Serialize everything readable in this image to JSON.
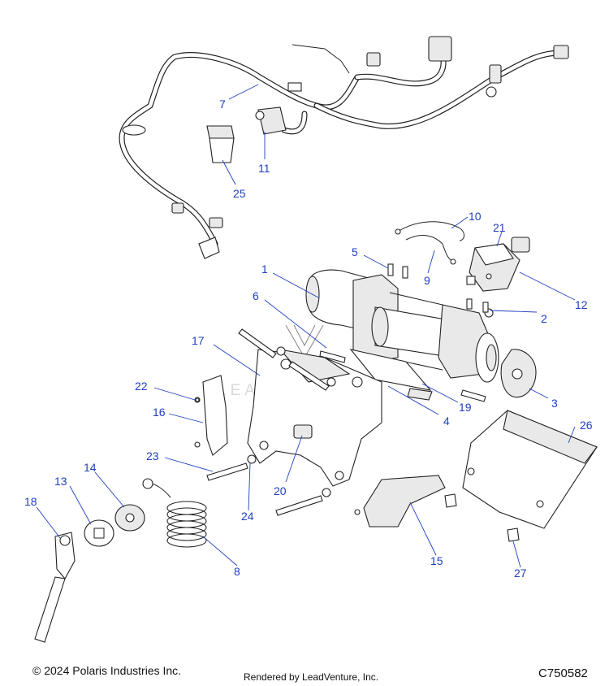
{
  "callouts": [
    "1",
    "2",
    "3",
    "4",
    "5",
    "6",
    "7",
    "8",
    "9",
    "10",
    "11",
    "12",
    "13",
    "14",
    "15",
    "16",
    "17",
    "18",
    "19",
    "20",
    "21",
    "22",
    "23",
    "24",
    "25",
    "26",
    "27"
  ],
  "watermark": "LEADVENTURE",
  "footer": {
    "copyright": "© 2024 Polaris Industries Inc.",
    "rendered_by": "Rendered by LeadVenture, Inc.",
    "diagram_code": "C750582"
  },
  "colors": {
    "callout": "#1f3fbf",
    "line": "#222222",
    "watermark": "#d9d9d9"
  }
}
